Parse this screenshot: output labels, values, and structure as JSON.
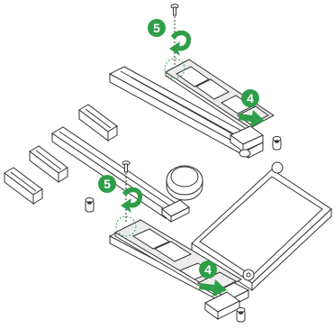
{
  "steps": {
    "top_screw_step": "5",
    "top_insert_step": "4",
    "bottom_screw_step": "5",
    "bottom_insert_step": "4"
  },
  "colors": {
    "step_badge": "#2e9e48",
    "arrow": "#2e9e48",
    "pcb": "#e9e9e9",
    "line": "#333333"
  }
}
